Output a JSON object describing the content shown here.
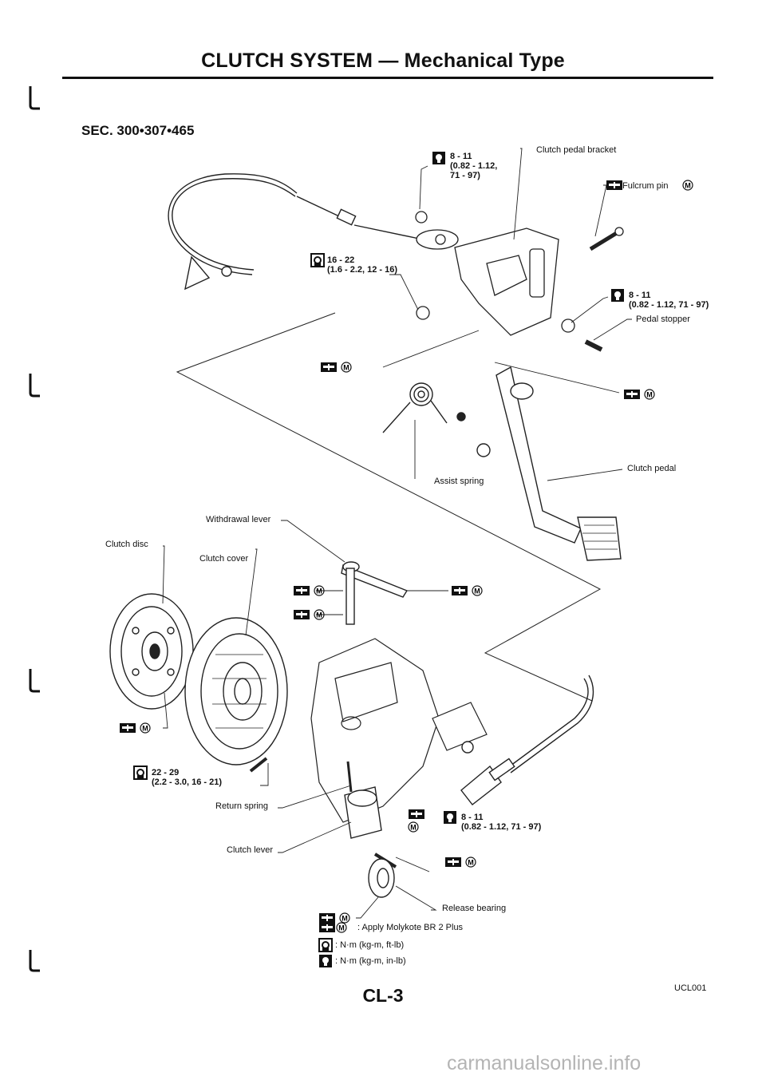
{
  "header": {
    "title": "CLUTCH SYSTEM — Mechanical Type",
    "section": "SEC. 300•307•465"
  },
  "labels": {
    "clutch_pedal_bracket": "Clutch pedal bracket",
    "fulcrum_pin": "Fulcrum pin",
    "pedal_stopper": "Pedal stopper",
    "clutch_pedal": "Clutch pedal",
    "assist_spring": "Assist spring",
    "withdrawal_lever": "Withdrawal lever",
    "clutch_disc": "Clutch disc",
    "clutch_cover": "Clutch cover",
    "return_spring": "Return spring",
    "clutch_lever": "Clutch lever",
    "release_bearing": "Release bearing"
  },
  "torques": {
    "bracket_bolt": "8 - 11\n(0.82 - 1.12,\n71 - 97)",
    "cable_nut": "16 - 22\n(1.6 - 2.2, 12 - 16)",
    "stopper_nut": "8 - 11\n(0.82 - 1.12, 71 - 97)",
    "cover_bolt": "22 - 29\n(2.2 - 3.0, 16 - 21)",
    "lever_bolt": "8 - 11\n(0.82 - 1.12, 71 - 97)"
  },
  "legend": {
    "grease": ": Apply Molykote BR 2 Plus",
    "torque_nm_ftlb": ": N·m (kg-m, ft-lb)",
    "torque_nm_inlb": ": N·m (kg-m, in-lb)"
  },
  "footer": {
    "page": "CL-3",
    "code": "UCL001",
    "watermark": "carmanualsonline.info"
  },
  "symbols": {
    "grease_letter": "M"
  },
  "icons": [
    "grease-tube-icon",
    "molykote-m-icon",
    "torque-wrench-icon",
    "torque-wrench-small-icon",
    "binding-mark-icon"
  ]
}
